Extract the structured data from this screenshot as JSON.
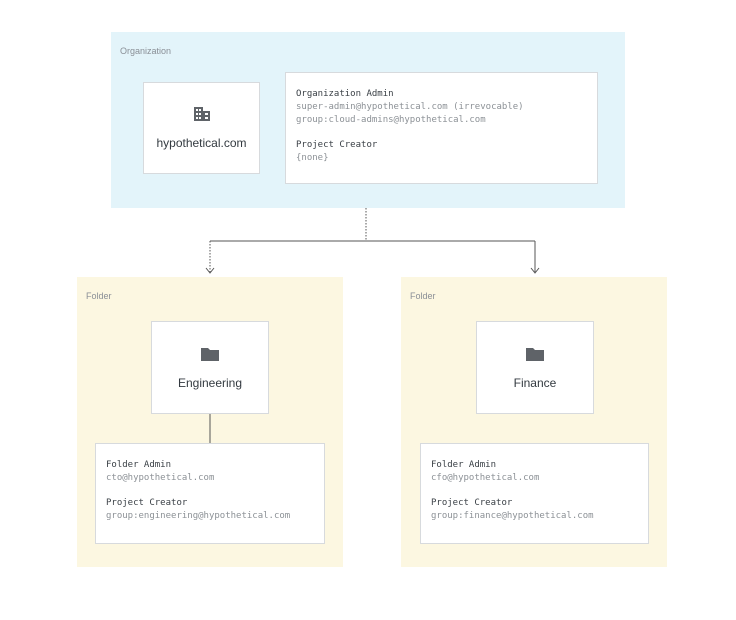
{
  "organization": {
    "label": "Organization",
    "domain": "hypothetical.com",
    "icon": "building-icon",
    "bg_color": "#e3f4fa",
    "roles": [
      {
        "title": "Organization Admin",
        "members": [
          "super-admin@hypothetical.com (irrevocable)",
          "group:cloud-admins@hypothetical.com"
        ]
      },
      {
        "title": "Project Creator",
        "members": [
          "{none}"
        ]
      }
    ]
  },
  "folders": [
    {
      "label": "Folder",
      "name": "Engineering",
      "icon": "folder-icon",
      "bg_color": "#fcf7e1",
      "roles": [
        {
          "title": "Folder Admin",
          "members": [
            "cto@hypothetical.com"
          ]
        },
        {
          "title": "Project Creator",
          "members": [
            "group:engineering@hypothetical.com"
          ]
        }
      ]
    },
    {
      "label": "Folder",
      "name": "Finance",
      "icon": "folder-icon",
      "bg_color": "#fcf7e1",
      "roles": [
        {
          "title": "Folder Admin",
          "members": [
            "cfo@hypothetical.com"
          ]
        },
        {
          "title": "Project Creator",
          "members": [
            "group:finance@hypothetical.com"
          ]
        }
      ]
    }
  ]
}
